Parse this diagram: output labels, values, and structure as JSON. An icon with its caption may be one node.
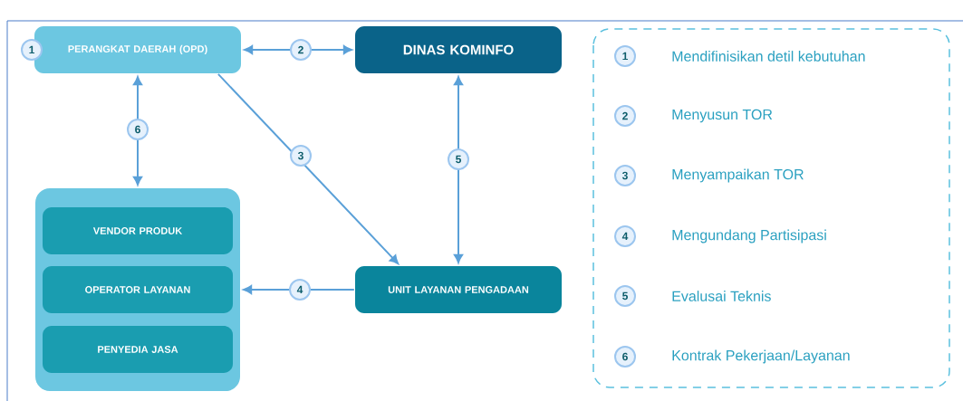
{
  "diagram": {
    "nodes": [
      {
        "text": [
          "PERANGKAT DAERAH (OPD)"
        ],
        "beside": [
          "1"
        ]
      },
      {
        "text": [
          "DINAS KOMINFO"
        ]
      },
      {
        "text": [],
        "shape": "box"
      },
      {
        "text": [
          "VENDOR PRODUK"
        ],
        "in": 2
      },
      {
        "text": [
          "OPERATOR LAYANAN"
        ],
        "in": 2
      },
      {
        "text": [
          "PENYEDIA JASA"
        ],
        "in": 2
      },
      {
        "text": [
          "UNIT LAYANAN PENGADAAN"
        ]
      }
    ],
    "edges": [
      {
        "from": 0,
        "to": 1,
        "arrow": "both",
        "label": "2"
      },
      {
        "from": 0,
        "to": 6,
        "arrow": "to",
        "label": "3"
      },
      {
        "from": 6,
        "to": 2,
        "arrow": "to",
        "label": "4"
      },
      {
        "from": 6,
        "to": 1,
        "arrow": "both",
        "label": "5"
      },
      {
        "from": 0,
        "to": 2,
        "arrow": "both",
        "label": "6"
      }
    ],
    "labels": [
      "1",
      "Mendifinisikan detil kebutuhan",
      "2",
      "Menyusun TOR",
      "3",
      "Menyampaikan TOR",
      "4",
      "Mengundang Partisipasi",
      "5",
      "Evalusai Teknis",
      "6",
      "Kontrak Pekerjaan/Layanan"
    ]
  }
}
